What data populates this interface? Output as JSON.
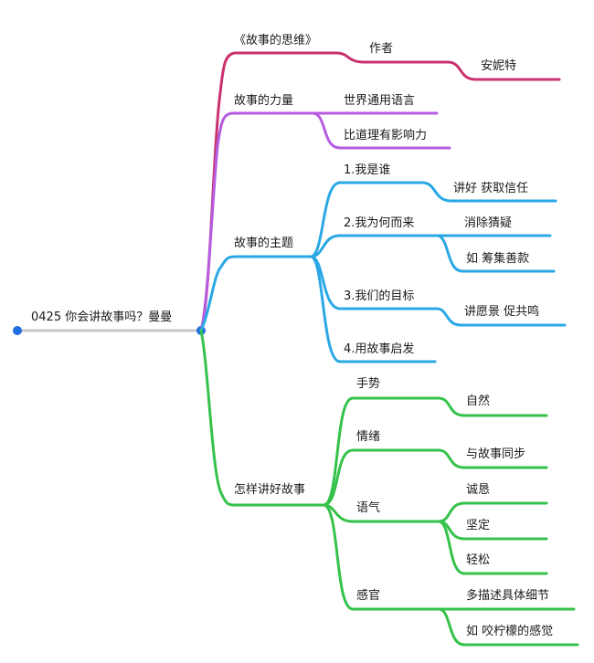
{
  "root": {
    "label": "0425 你会讲故事吗？曼曼"
  },
  "colors": {
    "root": "#c8c8c8",
    "branch_1": "#c8326e",
    "branch_2": "#b65ce0",
    "branch_3": "#2aa8e6",
    "branch_4": "#35c24a",
    "handle": "#1f6fe0"
  },
  "branches": [
    {
      "label": "《故事的思维》",
      "children": [
        {
          "label": "作者",
          "children": [
            {
              "label": "安妮特"
            }
          ]
        }
      ]
    },
    {
      "label": "故事的力量",
      "children": [
        {
          "label": "世界通用语言"
        },
        {
          "label": "比道理有影响力"
        }
      ]
    },
    {
      "label": "故事的主题",
      "children": [
        {
          "label": "1.我是谁",
          "children": [
            {
              "label": "讲好   获取信任"
            }
          ]
        },
        {
          "label": "2.我为何而来",
          "children": [
            {
              "label": "消除猜疑"
            },
            {
              "label": "如  筹集善款"
            }
          ]
        },
        {
          "label": "3.我们的目标",
          "children": [
            {
              "label": "讲愿景  促共鸣"
            }
          ]
        },
        {
          "label": "4.用故事启发"
        }
      ]
    },
    {
      "label": "怎样讲好故事",
      "children": [
        {
          "label": "手势",
          "children": [
            {
              "label": "自然"
            }
          ]
        },
        {
          "label": "情绪",
          "children": [
            {
              "label": "与故事同步"
            }
          ]
        },
        {
          "label": "语气",
          "children": [
            {
              "label": "诚恳"
            },
            {
              "label": "坚定"
            },
            {
              "label": "轻松"
            }
          ]
        },
        {
          "label": "感官",
          "children": [
            {
              "label": "多描述具体细节"
            },
            {
              "label": "如 咬柠檬的感觉"
            }
          ]
        }
      ]
    }
  ]
}
